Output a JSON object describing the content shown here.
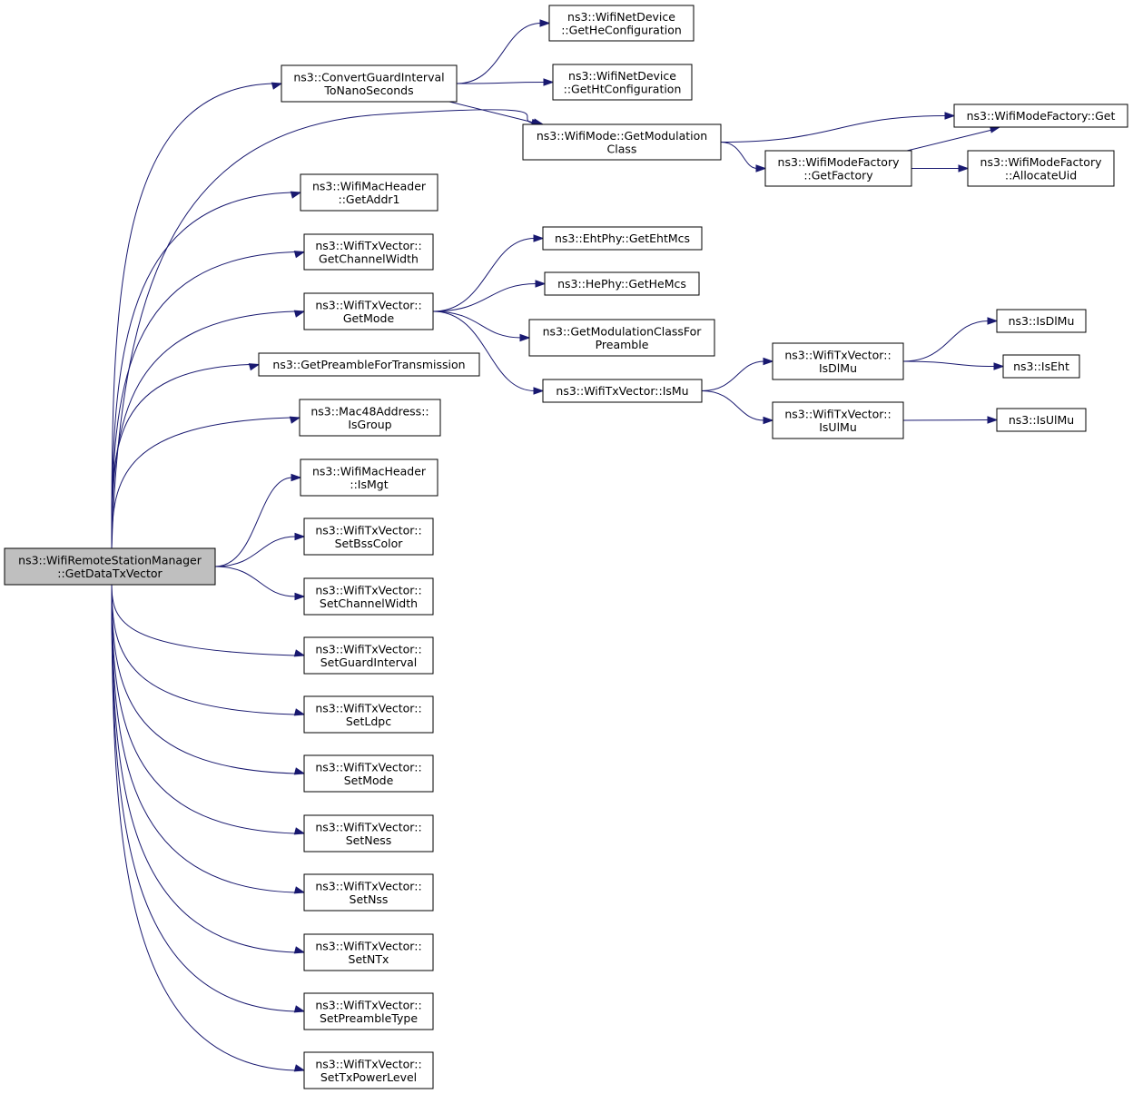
{
  "diagram": {
    "nodes": [
      {
        "id": "root",
        "lines": [
          "ns3::WifiRemoteStationManager",
          "::GetDataTxVector"
        ],
        "highlighted": true
      },
      {
        "id": "convgi",
        "lines": [
          "ns3::ConvertGuardInterval",
          "ToNanoSeconds"
        ]
      },
      {
        "id": "gethe",
        "lines": [
          "ns3::WifiNetDevice",
          "::GetHeConfiguration"
        ]
      },
      {
        "id": "getht",
        "lines": [
          "ns3::WifiNetDevice",
          "::GetHtConfiguration"
        ]
      },
      {
        "id": "getmodclass",
        "lines": [
          "ns3::WifiMode::GetModulation",
          "Class"
        ]
      },
      {
        "id": "mfget",
        "lines": [
          "ns3::WifiModeFactory::Get"
        ]
      },
      {
        "id": "mfgetfactory",
        "lines": [
          "ns3::WifiModeFactory",
          "::GetFactory"
        ]
      },
      {
        "id": "mfalloc",
        "lines": [
          "ns3::WifiModeFactory",
          "::AllocateUid"
        ]
      },
      {
        "id": "getaddr1",
        "lines": [
          "ns3::WifiMacHeader",
          "::GetAddr1"
        ]
      },
      {
        "id": "getchw",
        "lines": [
          "ns3::WifiTxVector::",
          "GetChannelWidth"
        ]
      },
      {
        "id": "getmode",
        "lines": [
          "ns3::WifiTxVector::",
          "GetMode"
        ]
      },
      {
        "id": "getehtmcs",
        "lines": [
          "ns3::EhtPhy::GetEhtMcs"
        ]
      },
      {
        "id": "gethemcs",
        "lines": [
          "ns3::HePhy::GetHeMcs"
        ]
      },
      {
        "id": "getmodpre",
        "lines": [
          "ns3::GetModulationClassFor",
          "Preamble"
        ]
      },
      {
        "id": "ismu",
        "lines": [
          "ns3::WifiTxVector::IsMu"
        ]
      },
      {
        "id": "isdlmu",
        "lines": [
          "ns3::WifiTxVector::",
          "IsDlMu"
        ]
      },
      {
        "id": "isulmu",
        "lines": [
          "ns3::WifiTxVector::",
          "IsUlMu"
        ]
      },
      {
        "id": "isdlmu2",
        "lines": [
          "ns3::IsDlMu"
        ]
      },
      {
        "id": "iseht",
        "lines": [
          "ns3::IsEht"
        ]
      },
      {
        "id": "isulmu2",
        "lines": [
          "ns3::IsUlMu"
        ]
      },
      {
        "id": "getpreamble",
        "lines": [
          "ns3::GetPreambleForTransmission"
        ]
      },
      {
        "id": "isgroup",
        "lines": [
          "ns3::Mac48Address::",
          "IsGroup"
        ]
      },
      {
        "id": "ismgt",
        "lines": [
          "ns3::WifiMacHeader",
          "::IsMgt"
        ]
      },
      {
        "id": "setbss",
        "lines": [
          "ns3::WifiTxVector::",
          "SetBssColor"
        ]
      },
      {
        "id": "setchw",
        "lines": [
          "ns3::WifiTxVector::",
          "SetChannelWidth"
        ]
      },
      {
        "id": "setgi",
        "lines": [
          "ns3::WifiTxVector::",
          "SetGuardInterval"
        ]
      },
      {
        "id": "setldpc",
        "lines": [
          "ns3::WifiTxVector::",
          "SetLdpc"
        ]
      },
      {
        "id": "setmode",
        "lines": [
          "ns3::WifiTxVector::",
          "SetMode"
        ]
      },
      {
        "id": "setness",
        "lines": [
          "ns3::WifiTxVector::",
          "SetNess"
        ]
      },
      {
        "id": "setnss",
        "lines": [
          "ns3::WifiTxVector::",
          "SetNss"
        ]
      },
      {
        "id": "setntx",
        "lines": [
          "ns3::WifiTxVector::",
          "SetNTx"
        ]
      },
      {
        "id": "setpre",
        "lines": [
          "ns3::WifiTxVector::",
          "SetPreambleType"
        ]
      },
      {
        "id": "settxp",
        "lines": [
          "ns3::WifiTxVector::",
          "SetTxPowerLevel"
        ]
      }
    ],
    "edges": [
      [
        "root",
        "convgi"
      ],
      [
        "root",
        "getmodclass"
      ],
      [
        "root",
        "getaddr1"
      ],
      [
        "root",
        "getchw"
      ],
      [
        "root",
        "getmode"
      ],
      [
        "root",
        "getpreamble"
      ],
      [
        "root",
        "isgroup"
      ],
      [
        "root",
        "ismgt"
      ],
      [
        "root",
        "setbss"
      ],
      [
        "root",
        "setchw"
      ],
      [
        "root",
        "setgi"
      ],
      [
        "root",
        "setldpc"
      ],
      [
        "root",
        "setmode"
      ],
      [
        "root",
        "setness"
      ],
      [
        "root",
        "setnss"
      ],
      [
        "root",
        "setntx"
      ],
      [
        "root",
        "setpre"
      ],
      [
        "root",
        "settxp"
      ],
      [
        "convgi",
        "gethe"
      ],
      [
        "convgi",
        "getht"
      ],
      [
        "convgi",
        "getmodclass"
      ],
      [
        "getmodclass",
        "mfget"
      ],
      [
        "getmodclass",
        "mfgetfactory"
      ],
      [
        "mfgetfactory",
        "mfget"
      ],
      [
        "mfgetfactory",
        "mfalloc"
      ],
      [
        "getmode",
        "getehtmcs"
      ],
      [
        "getmode",
        "gethemcs"
      ],
      [
        "getmode",
        "getmodpre"
      ],
      [
        "getmode",
        "ismu"
      ],
      [
        "ismu",
        "isdlmu"
      ],
      [
        "ismu",
        "isulmu"
      ],
      [
        "isdlmu",
        "isdlmu2"
      ],
      [
        "isdlmu",
        "iseht"
      ],
      [
        "isulmu",
        "isulmu2"
      ]
    ]
  }
}
